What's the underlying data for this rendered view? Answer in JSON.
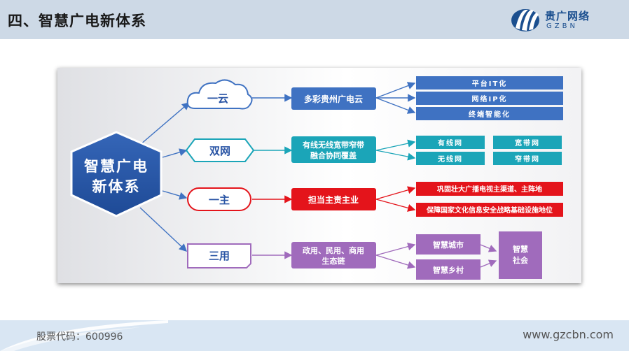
{
  "header": {
    "title": "四、智慧广电新体系",
    "logo_name": "贵广网络",
    "logo_sub": "GZBN"
  },
  "diagram": {
    "center": "智慧广电\n新体系",
    "center_line1": "智慧广电",
    "center_line2": "新体系",
    "branches": [
      {
        "label": "一云",
        "middle": "多彩贵州广电云",
        "items": [
          "平台IT化",
          "网络IP化",
          "终端智能化"
        ]
      },
      {
        "label": "双网",
        "middle_line1": "有线无线宽带窄带",
        "middle_line2": "融合协同覆盖",
        "items": [
          "有线网",
          "宽带网",
          "无线网",
          "窄带网"
        ]
      },
      {
        "label": "一主",
        "middle": "担当主责主业",
        "items": [
          "巩固壮大广播电视主渠道、主阵地",
          "保障国家文化信息安全战略基础设施地位"
        ]
      },
      {
        "label": "三用",
        "middle_line1": "政用、民用、商用",
        "middle_line2": "生态链",
        "items": [
          "智慧城市",
          "智慧乡村"
        ],
        "final_line1": "智慧",
        "final_line2": "社会"
      }
    ]
  },
  "footer": {
    "stock": "股票代码：600996",
    "website": "www.gzcbn.com"
  },
  "colors": {
    "blue": "#3f72c2",
    "teal": "#1ba5b8",
    "red": "#e4141b",
    "purple": "#a06bbc",
    "navy": "#2a55a5"
  }
}
